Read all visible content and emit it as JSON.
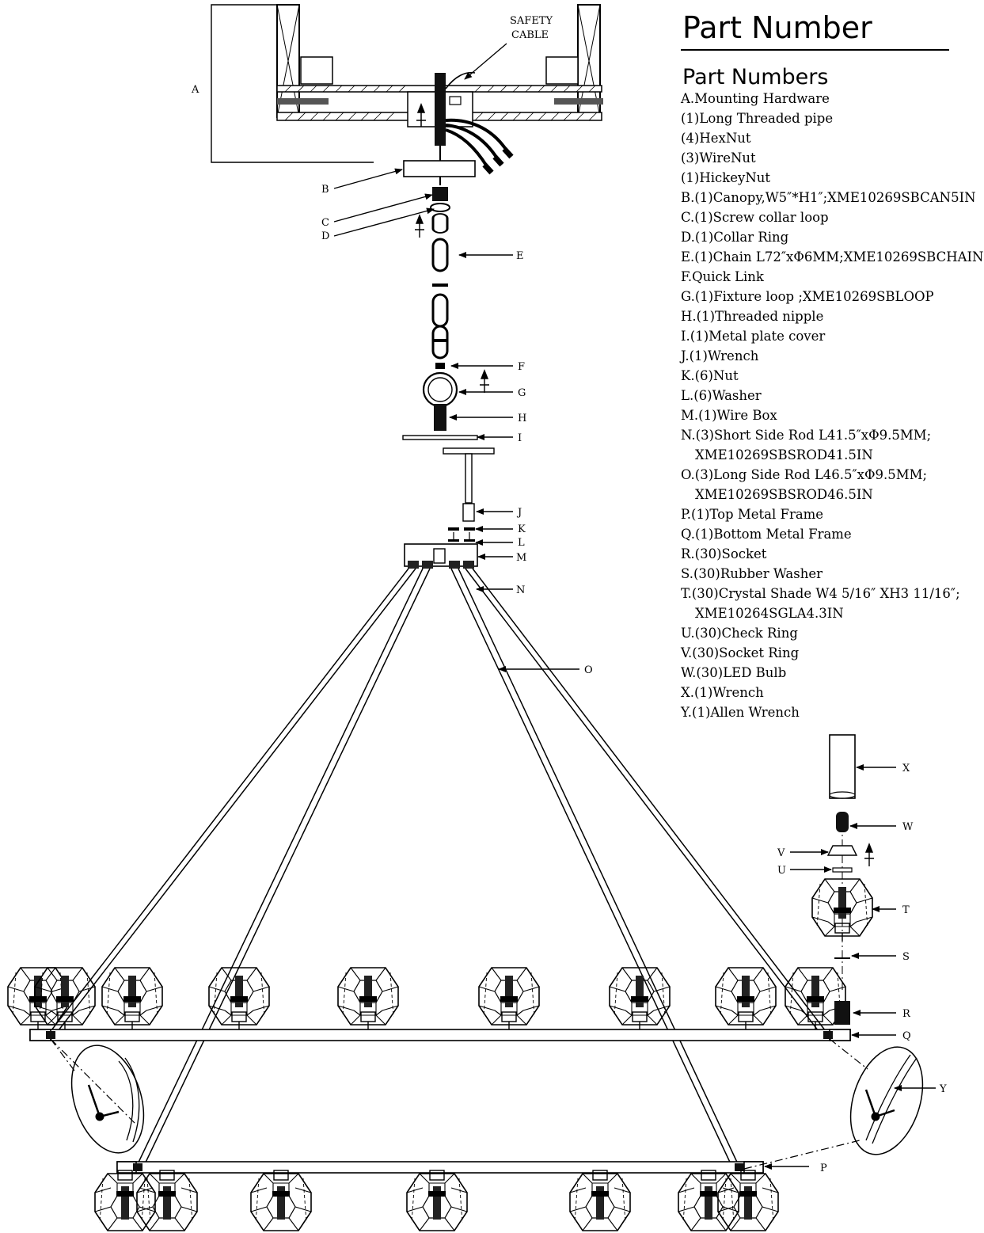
{
  "panel": {
    "title": "Part Number",
    "subtitle": "Part Numbers",
    "items": [
      "A.Mounting Hardware",
      "(1)Long Threaded pipe",
      "(4)HexNut",
      "(3)WireNut",
      "(1)HickeyNut",
      "B.(1)Canopy,W5″*H1″;XME10269SBCAN5IN",
      "C.(1)Screw collar loop",
      "D.(1)Collar Ring",
      "E.(1)Chain L72″xΦ6MM;XME10269SBCHAIN",
      "F.Quick Link",
      "G.(1)Fixture loop ;XME10269SBLOOP",
      "H.(1)Threaded nipple",
      "I.(1)Metal plate cover",
      "J.(1)Wrench",
      "K.(6)Nut",
      "L.(6)Washer",
      "M.(1)Wire Box",
      "N.(3)Short Side Rod L41.5″xΦ9.5MM;",
      "XME10269SBSROD41.5IN",
      "O.(3)Long Side Rod L46.5″xΦ9.5MM;",
      "XME10269SBSROD46.5IN",
      "P.(1)Top Metal Frame",
      "Q.(1)Bottom Metal Frame",
      "R.(30)Socket",
      "S.(30)Rubber Washer",
      "T.(30)Crystal Shade W4 5/16″ XH3 11/16″;",
      "XME10264SGLA4.3IN",
      "U.(30)Check Ring",
      "V.(30)Socket Ring",
      "W.(30)LED Bulb",
      "X.(1)Wrench",
      "Y.(1)Allen Wrench"
    ]
  },
  "callouts": {
    "A": "A",
    "B": "B",
    "C": "C",
    "D": "D",
    "E": "E",
    "F": "F",
    "G": "G",
    "H": "H",
    "I": "I",
    "J": "J",
    "K": "K",
    "L": "L",
    "M": "M",
    "N": "N",
    "O": "O",
    "P": "P",
    "Q": "Q",
    "R": "R",
    "S": "S",
    "T": "T",
    "U": "U",
    "V": "V",
    "W": "W",
    "X": "X",
    "Y": "Y"
  },
  "safety_cable": {
    "line1": "SAFETY",
    "line2": "CABLE"
  }
}
